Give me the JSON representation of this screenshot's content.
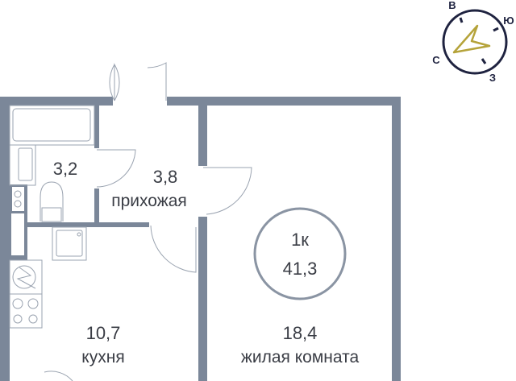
{
  "apartment": {
    "type": "1к",
    "total_area": "41,3"
  },
  "rooms": [
    {
      "area": "3,2",
      "name": ""
    },
    {
      "area": "3,8",
      "name": "прихожая"
    },
    {
      "area": "10,7",
      "name": "кухня"
    },
    {
      "area": "18,4",
      "name": "жилая комната"
    }
  ],
  "compass": {
    "north": "С",
    "south": "Ю",
    "east": "В",
    "west": "З",
    "ring_color": "#1f2340",
    "arrow_color": "#b5a33a"
  },
  "colors": {
    "wall": "#7b8799"
  }
}
